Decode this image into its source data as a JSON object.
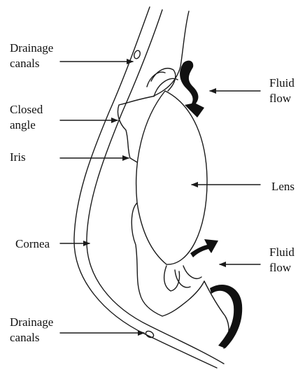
{
  "colors": {
    "ink": "#1a1a1a",
    "background": "#ffffff",
    "arrow_fill": "#111111"
  },
  "labels": {
    "drainage_top": {
      "line1": "Drainage",
      "line2": "canals"
    },
    "closed_angle": {
      "line1": "Closed",
      "line2": "angle"
    },
    "iris": "Iris",
    "cornea": "Cornea",
    "drainage_bottom": {
      "line1": "Drainage",
      "line2": "canals"
    },
    "fluid_flow_top": {
      "line1": "Fluid",
      "line2": "flow"
    },
    "lens": "Lens",
    "fluid_flow_bottom": {
      "line1": "Fluid",
      "line2": "flow"
    }
  }
}
